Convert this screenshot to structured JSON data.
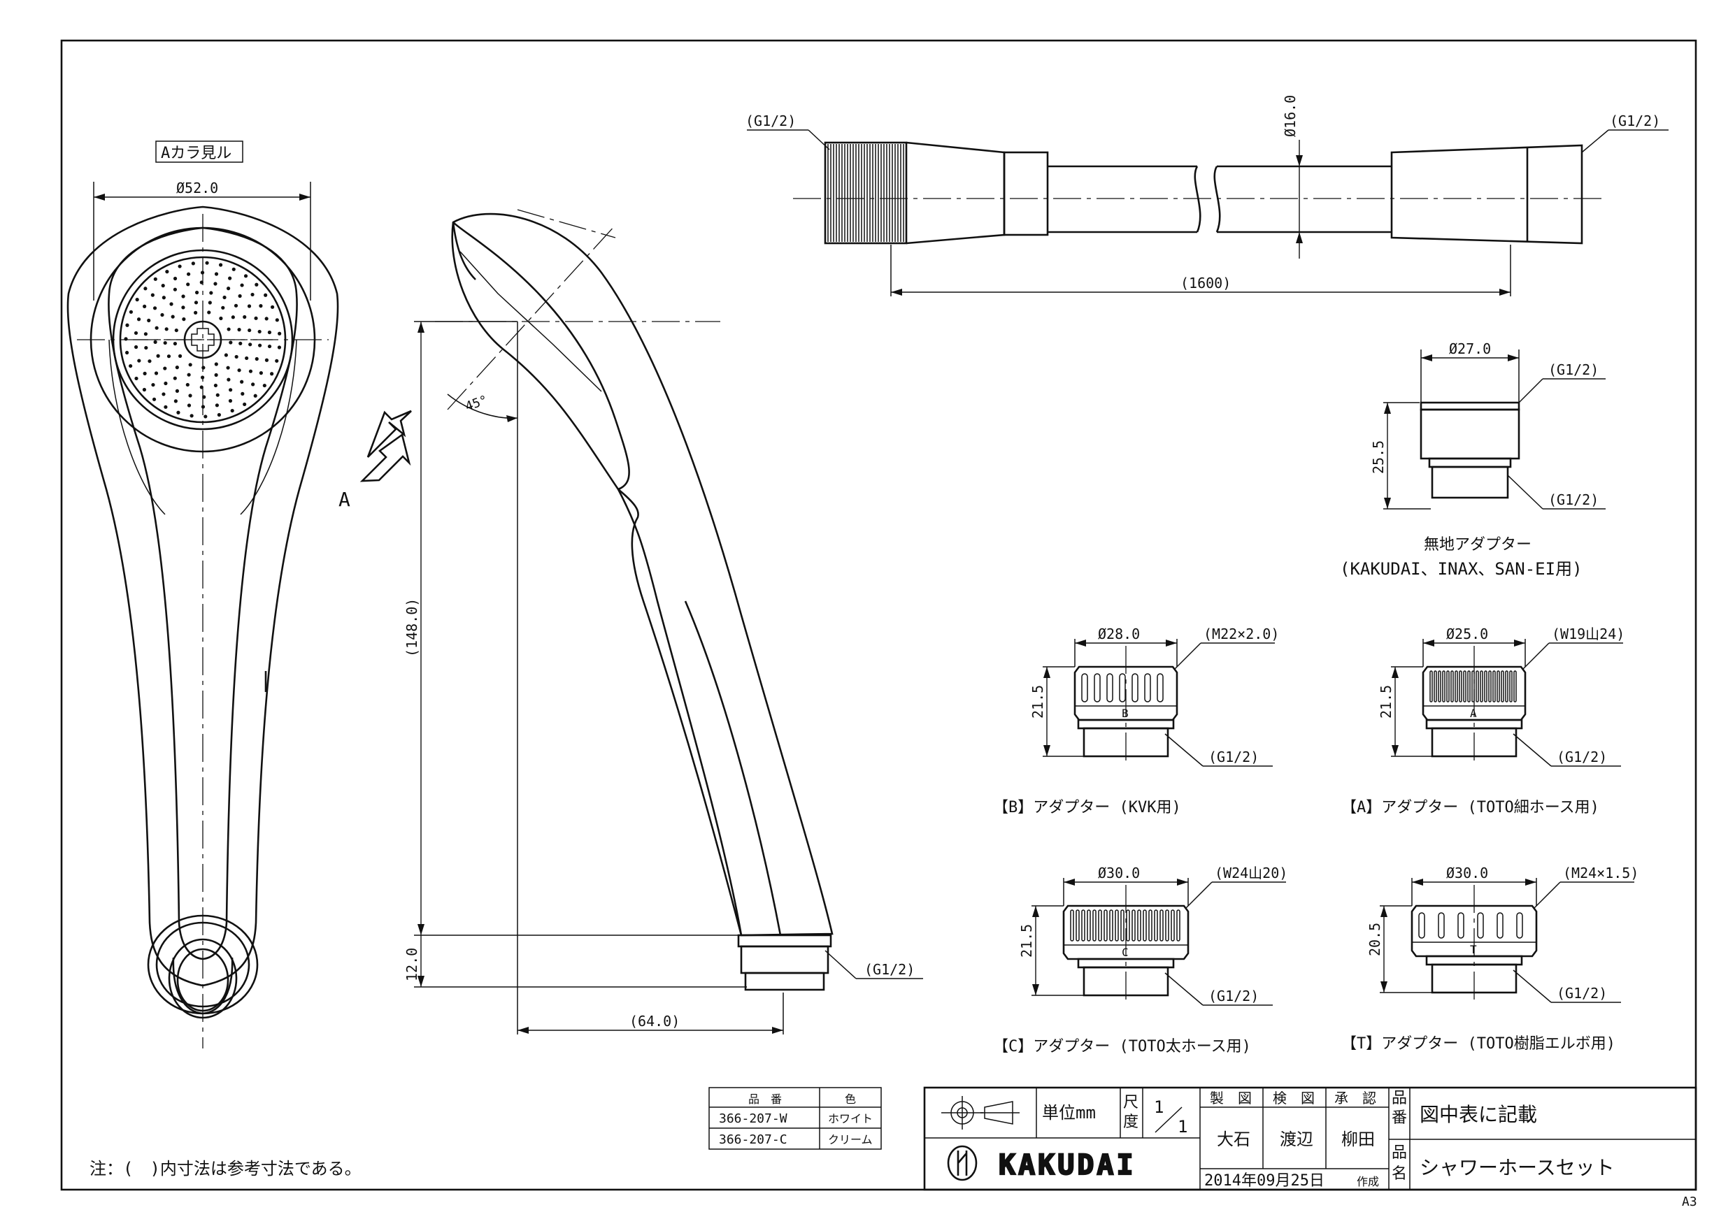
{
  "view_label": "Aカラ見ル",
  "arrow_letter": "A",
  "dimensions": {
    "front_dia": "Ø52.0",
    "angle": "45°",
    "len_148": "(148.0)",
    "len_12": "12.0",
    "len_64": "(64.0)",
    "hose_dia": "Ø16.0",
    "hose_len": "(1600)",
    "thread_g12": "(G1/2)"
  },
  "adapters": {
    "plain": {
      "dia": "Ø27.0",
      "height": "25.5",
      "thread_top": "(G1/2)",
      "thread_bottom": "(G1/2)",
      "caption1": "無地アダプター",
      "caption2": "(KAKUDAI、INAX、SAN-EI用)"
    },
    "b": {
      "dia": "Ø28.0",
      "height": "21.5",
      "thread_top": "(M22×2.0)",
      "thread_bottom": "(G1/2)",
      "mark": "B",
      "caption": "【B】アダプター  (KVK用)"
    },
    "a": {
      "dia": "Ø25.0",
      "height": "21.5",
      "thread_top": "(W19山24)",
      "thread_bottom": "(G1/2)",
      "mark": "A",
      "caption": "【A】アダプター  (TOTO細ホース用)"
    },
    "c": {
      "dia": "Ø30.0",
      "height": "21.5",
      "thread_top": "(W24山20)",
      "thread_bottom": "(G1/2)",
      "mark": "C",
      "caption": "【C】アダプター  (TOTO太ホース用)"
    },
    "t": {
      "dia": "Ø30.0",
      "height": "20.5",
      "thread_top": "(M24×1.5)",
      "thread_bottom": "(G1/2)",
      "mark": "T",
      "caption": "【T】アダプター  (TOTO樹脂エルボ用)"
    }
  },
  "parts_table": {
    "headers": [
      "品　番",
      "色"
    ],
    "rows": [
      {
        "code": "366-207-W",
        "color": "ホワイト"
      },
      {
        "code": "366-207-C",
        "color": "クリーム"
      }
    ]
  },
  "note": "注：(　)内寸法は参考寸法である。",
  "title_block": {
    "unit_label": "単位mm",
    "scale_label1": "尺",
    "scale_label2": "度",
    "scale_num": "1",
    "scale_den": "1",
    "roles": [
      "製　図",
      "検　図",
      "承　認"
    ],
    "names": [
      "大石",
      "渡辺",
      "柳田"
    ],
    "date": "2014年09月25日",
    "made_label": "作成",
    "drawing_no_label1": "品",
    "drawing_no_label2": "番",
    "drawing_no": "図中表に記載",
    "name_label1": "品",
    "name_label2": "名",
    "product_name": "シャワーホースセット",
    "brand": "KAKUDAI"
  },
  "sheet_size": "A3"
}
